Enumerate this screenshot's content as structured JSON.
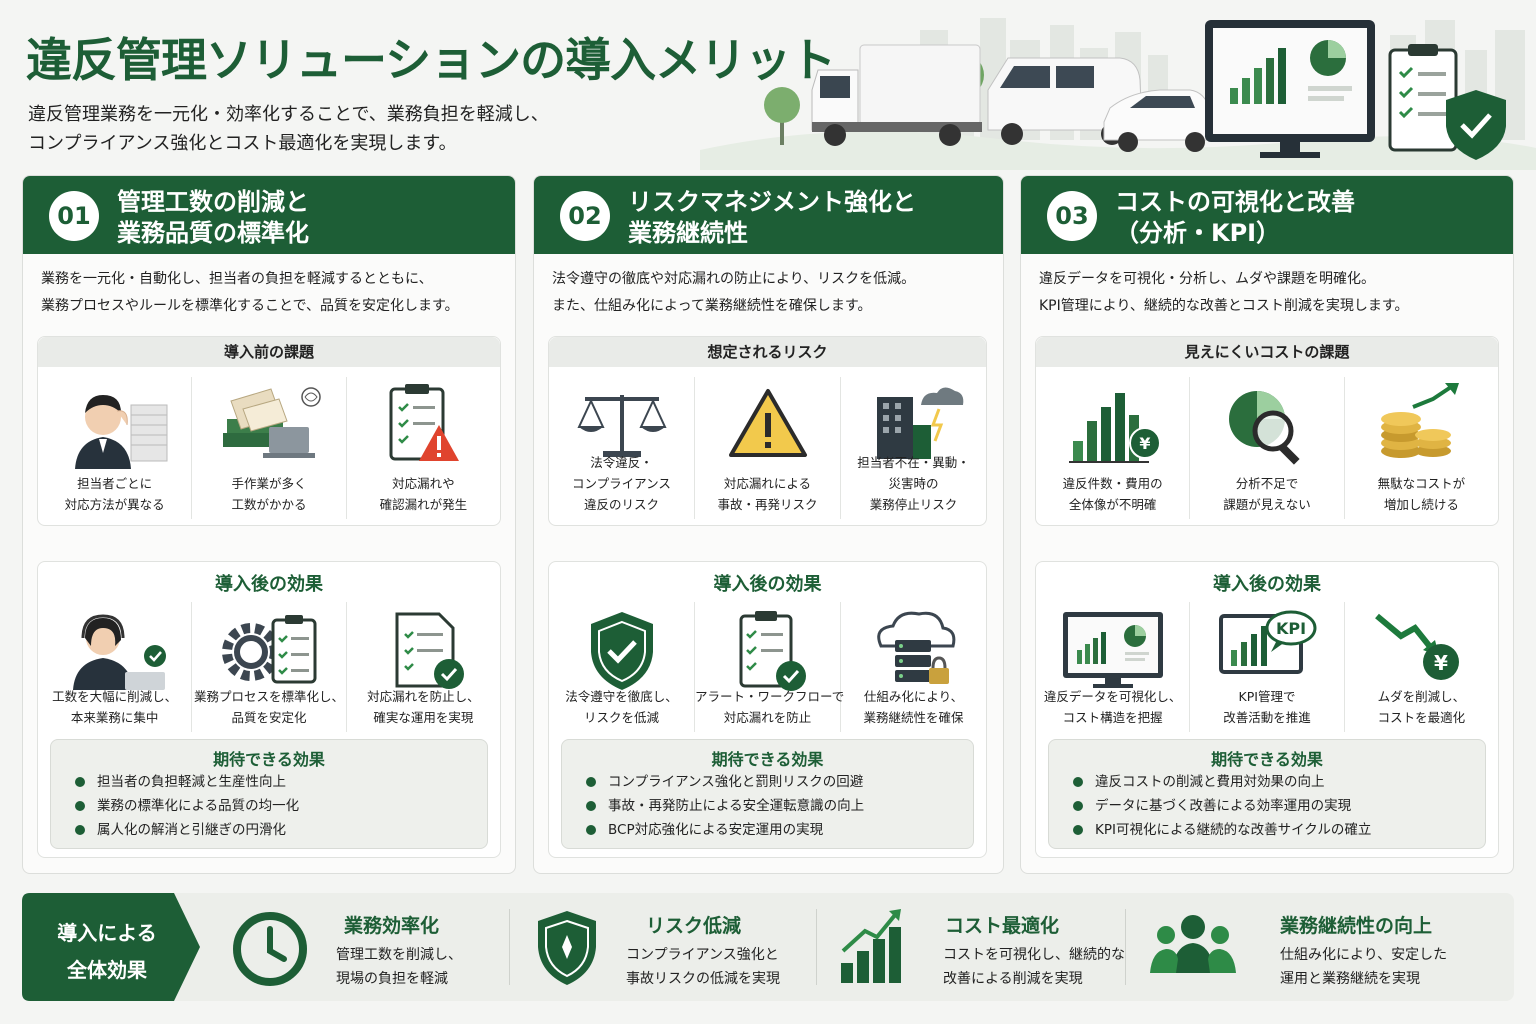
{
  "header": {
    "title": "違反管理ソリューションの導入メリット",
    "subtitle_lines": [
      "違反管理業務を一元化・効率化することで、業務負担を軽減し、",
      "コンプライアンス強化とコスト最適化を実現します。"
    ]
  },
  "colors": {
    "primary": "#1d5e36",
    "accent": "#2e8b47",
    "warning": "#f2c94c",
    "danger": "#e0442e"
  },
  "cards": [
    {
      "number": "01",
      "title_lines": [
        "管理工数の削減と",
        "業務品質の標準化"
      ],
      "desc_lines": [
        "業務を一元化・自動化し、担当者の負担を軽減するとともに、",
        "業務プロセスやルールを標準化することで、品質を安定化します。"
      ],
      "before_label": "導入前の課題",
      "before_items": [
        {
          "icon": "stressed-person-icon",
          "lines": [
            "担当者ごとに",
            "対応方法が異なる"
          ]
        },
        {
          "icon": "paperwork-laptop-icon",
          "lines": [
            "手作業が多く",
            "工数がかかる"
          ]
        },
        {
          "icon": "checklist-warning-icon",
          "lines": [
            "対応漏れや",
            "確認漏れが発生"
          ]
        }
      ],
      "after_label": "導入後の効果",
      "after_items": [
        {
          "icon": "operator-check-icon",
          "lines": [
            "工数を大幅に削減し、",
            "本来業務に集中"
          ]
        },
        {
          "icon": "gear-checklist-icon",
          "lines": [
            "業務プロセスを標準化し、",
            "品質を安定化"
          ]
        },
        {
          "icon": "document-check-icon",
          "lines": [
            "対応漏れを防止し、",
            "確実な運用を実現"
          ]
        }
      ],
      "expect_title": "期待できる効果",
      "expect_items": [
        "担当者の負担軽減と生産性向上",
        "業務の標準化による品質の均一化",
        "属人化の解消と引継ぎの円滑化"
      ]
    },
    {
      "number": "02",
      "title_lines": [
        "リスクマネジメント強化と",
        "業務継続性"
      ],
      "desc_lines": [
        "法令遵守の徹底や対応漏れの防止により、リスクを低減。",
        "また、仕組み化によって業務継続性を確保します。"
      ],
      "before_label": "想定されるリスク",
      "before_items": [
        {
          "icon": "scale-icon",
          "lines": [
            "法令違反・",
            "コンプライアンス",
            "違反のリスク"
          ]
        },
        {
          "icon": "warning-icon",
          "lines": [
            "対応漏れによる",
            "事故・再発リスク"
          ]
        },
        {
          "icon": "building-storm-icon",
          "lines": [
            "担当者不在・異動・",
            "災害時の",
            "業務停止リスク"
          ]
        }
      ],
      "after_label": "導入後の効果",
      "after_items": [
        {
          "icon": "shield-check-icon",
          "lines": [
            "法令遵守を徹底し、",
            "リスクを低減"
          ]
        },
        {
          "icon": "clipboard-check-icon",
          "lines": [
            "アラート・ワークフローで",
            "対応漏れを防止"
          ]
        },
        {
          "icon": "cloud-server-lock-icon",
          "lines": [
            "仕組み化により、",
            "業務継続性を確保"
          ]
        }
      ],
      "expect_title": "期待できる効果",
      "expect_items": [
        "コンプライアンス強化と罰則リスクの回避",
        "事故・再発防止による安全運転意識の向上",
        "BCP対応強化による安定運用の実現"
      ]
    },
    {
      "number": "03",
      "title_lines": [
        "コストの可視化と改善",
        "（分析・KPI）"
      ],
      "desc_lines": [
        "違反データを可視化・分析し、ムダや課題を明確化。",
        "KPI管理により、継続的な改善とコスト削減を実現します。"
      ],
      "before_label": "見えにくいコストの課題",
      "before_items": [
        {
          "icon": "bar-chart-yen-icon",
          "lines": [
            "違反件数・費用の",
            "全体像が不明確"
          ]
        },
        {
          "icon": "pie-magnifier-icon",
          "lines": [
            "分析不足で",
            "課題が見えない"
          ]
        },
        {
          "icon": "coins-rising-icon",
          "lines": [
            "無駄なコストが",
            "増加し続ける"
          ]
        }
      ],
      "after_label": "導入後の効果",
      "after_items": [
        {
          "icon": "monitor-dashboard-icon",
          "lines": [
            "違反データを可視化し、",
            "コスト構造を把握"
          ]
        },
        {
          "icon": "kpi-chart-icon",
          "lines": [
            "KPI管理で",
            "改善活動を推進"
          ]
        },
        {
          "icon": "down-arrow-yen-icon",
          "lines": [
            "ムダを削減し、",
            "コストを最適化"
          ]
        }
      ],
      "expect_title": "期待できる効果",
      "expect_items": [
        "違反コストの削減と費用対効果の向上",
        "データに基づく改善による効率運用の実現",
        "KPI可視化による継続的な改善サイクルの確立"
      ]
    }
  ],
  "summary": {
    "label_lines": [
      "導入による",
      "全体効果"
    ],
    "items": [
      {
        "icon": "clock-icon",
        "title": "業務効率化",
        "lines": [
          "管理工数を削減し、",
          "現場の負担を軽減"
        ]
      },
      {
        "icon": "shield-icon",
        "title": "リスク低減",
        "lines": [
          "コンプライアンス強化と",
          "事故リスクの低減を実現"
        ]
      },
      {
        "icon": "rising-bars-icon",
        "title": "コスト最適化",
        "lines": [
          "コストを可視化し、継続的な",
          "改善による削減を実現"
        ]
      },
      {
        "icon": "team-icon",
        "title": "業務継続性の向上",
        "lines": [
          "仕組み化により、安定した",
          "運用と業務継続を実現"
        ]
      }
    ]
  }
}
